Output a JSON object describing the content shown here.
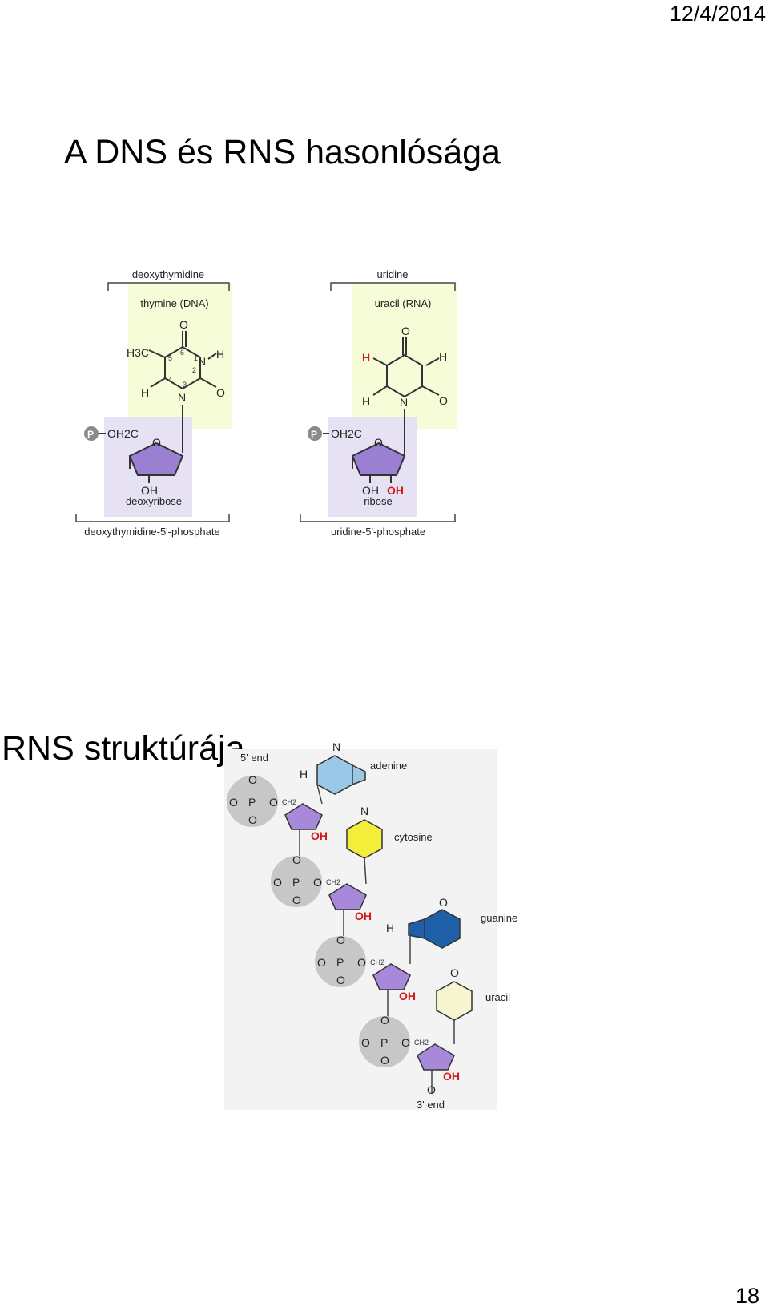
{
  "header": {
    "date": "12/4/2014"
  },
  "slide": {
    "title_similarity": "A DNS és RNS hasonlósága",
    "title_structure": "RNS struktúrája",
    "page_number": "18"
  },
  "figure_dna_rna": {
    "left": {
      "nucleoside": "deoxythymidine",
      "base": "thymine (DNA)",
      "sugar": "deoxyribose",
      "nucleotide": "deoxythymidine-5'-phosphate",
      "phosphate_symbol": "P",
      "sugar_group": "OH2C",
      "methyl": "H3C",
      "hydroxyl": "OH"
    },
    "right": {
      "nucleoside": "uridine",
      "base": "uracil (RNA)",
      "sugar": "ribose",
      "nucleotide": "uridine-5'-phosphate",
      "phosphate_symbol": "P",
      "sugar_group": "OH2C",
      "hydroxyl": "OH",
      "extra_hydroxyl": "OH",
      "highlight_h": "H"
    },
    "colors": {
      "base_bg": "#f6fbd8",
      "sugar_bg": "#e6e2f4",
      "sugar_ring": "#9b7fd3",
      "highlight": "#d31a1a"
    }
  },
  "figure_rna_strand": {
    "five_end": "5' end",
    "three_end": "3' end",
    "bases": [
      "adenine",
      "cytosine",
      "guanine",
      "uracil"
    ],
    "hydroxyl": "OH",
    "phosphate": "P",
    "ch2": "CH2",
    "colors": {
      "adenine": "#9cc8e8",
      "cytosine": "#f3ee3a",
      "guanine": "#1f5fa8",
      "uracil": "#f7f5d0",
      "phosphate_circle": "#c7c7c7",
      "sugar": "#a889d9"
    }
  }
}
